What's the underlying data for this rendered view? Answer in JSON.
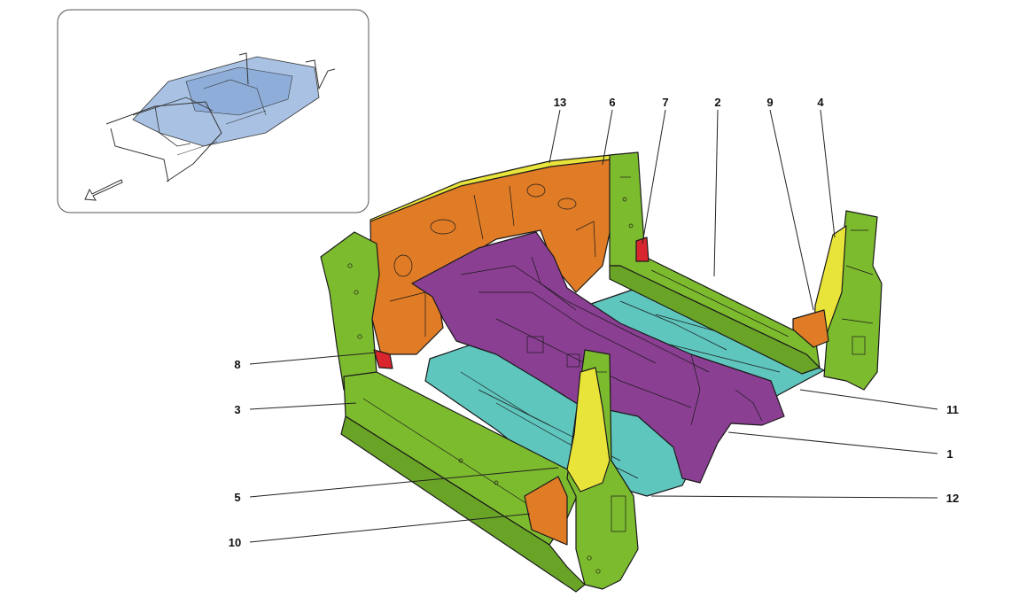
{
  "diagram": {
    "callouts": [
      {
        "id": "c13",
        "label": "13"
      },
      {
        "id": "c6",
        "label": "6"
      },
      {
        "id": "c7",
        "label": "7"
      },
      {
        "id": "c2",
        "label": "2"
      },
      {
        "id": "c9",
        "label": "9"
      },
      {
        "id": "c4",
        "label": "4"
      },
      {
        "id": "c8",
        "label": "8"
      },
      {
        "id": "c3",
        "label": "3"
      },
      {
        "id": "c5",
        "label": "5"
      },
      {
        "id": "c10",
        "label": "10"
      },
      {
        "id": "c11",
        "label": "11"
      },
      {
        "id": "c1",
        "label": "1"
      },
      {
        "id": "c12",
        "label": "12"
      }
    ],
    "colors": {
      "side_sill": "#7dbb2e",
      "firewall": "#e07b26",
      "tunnel": "#8b3f93",
      "floor": "#5fc6be",
      "pillar": "#e9e43a",
      "bracket_red": "#d9262e",
      "inset_frame": "#9cb7df",
      "inset_border": "#555555"
    },
    "inset": {
      "arrow_icon": "direction-arrow-icon"
    }
  }
}
